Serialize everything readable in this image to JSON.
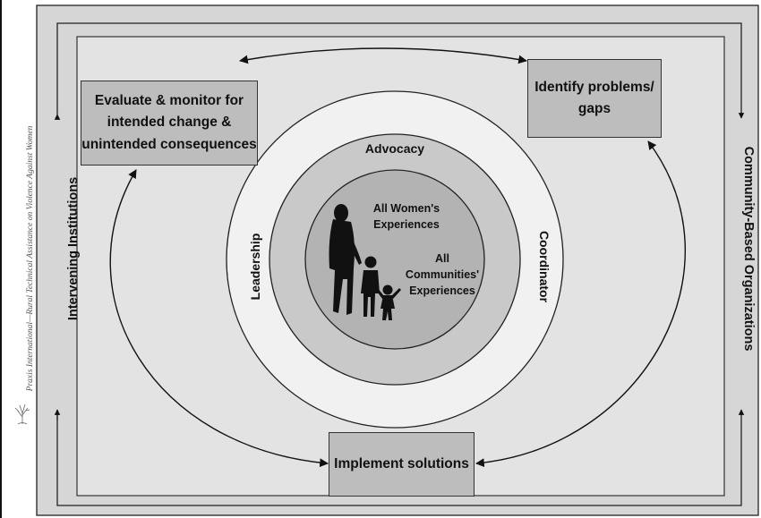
{
  "colors": {
    "outer_band": "#d6d6d6",
    "inner_panel": "#e3e3e3",
    "box_fill": "#bdbdbd",
    "ring_outer": "#f1f1f1",
    "ring_middle": "#c9c9c9",
    "ring_inner": "#b3b3b3",
    "stroke": "#222222",
    "silhouette": "#111111"
  },
  "boxes": {
    "evaluate": "Evaluate & monitor for\nintended change &\nunintended consequences",
    "identify": "Identify problems/\ngaps",
    "implement": "Implement solutions"
  },
  "sides": {
    "left": "Intervening Institutions",
    "right": "Community-Based Organizations"
  },
  "rings": {
    "top": "Advocacy",
    "left": "Leadership",
    "right": "Coordinator"
  },
  "center": {
    "women": "All Women's\nExperiences",
    "communities": "All\nCommunities'\nExperiences"
  },
  "credit": {
    "text": "Praxis International—Rural Technical Assistance on Violence Against Women",
    "logo_icon": "tree-logo-icon"
  }
}
